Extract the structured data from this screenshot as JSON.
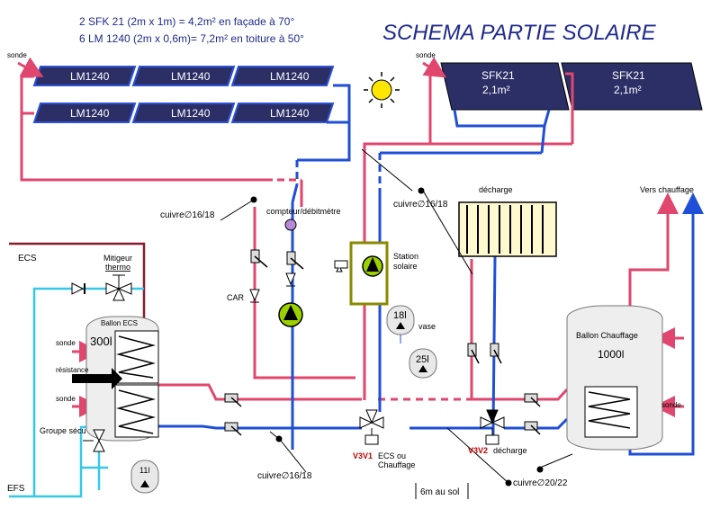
{
  "title": "SCHEMA PARTIE SOLAIRE",
  "header_lines": [
    "2 SFK 21 (2m x 1m) = 4,2m² en façade à 70°",
    "6 LM 1240 (2m x 0,6m)= 7,2m² en toiture à 50°"
  ],
  "collectors_lm": [
    "LM1240",
    "LM1240",
    "LM1240",
    "LM1240",
    "LM1240",
    "LM1240"
  ],
  "collectors_sfk": [
    {
      "name": "SFK21",
      "area": "2,1m²"
    },
    {
      "name": "SFK21",
      "area": "2,1m²"
    }
  ],
  "labels": {
    "sonde_left_top": "sonde",
    "sonde_right_top": "sonde",
    "cuivre_left": "cuivre∅16/18",
    "compteur": "compteur/débitmètre",
    "cuivre_mid": "cuivre∅16/18",
    "decharge_top": "décharge",
    "vers_chauffage": "Vers chauffage",
    "ecs": "ECS",
    "efs": "EFS",
    "mitigeur_1": "Mitigeur",
    "mitigeur_2": "thermo",
    "ballon_ecs": "Ballon ECS",
    "ballon_ecs_vol": "300l",
    "sonde_ecs_1": "sonde",
    "sonde_ecs_2": "sonde",
    "resistance": "résistance",
    "groupe_secu": "Groupe sécu",
    "vase_small": "11l",
    "car": "CAR",
    "station_1": "Station",
    "station_2": "solaire",
    "vase_18": "18l",
    "vase_word": "vase",
    "vase_25": "25l",
    "ballon_chauffage": "Ballon Chauffage",
    "ballon_chauffage_vol": "1000l",
    "sonde_chauffage": "sonde",
    "v3v1": "V3V1",
    "v3v1_desc_1": "ECS ou",
    "v3v1_desc_2": "Chauffage",
    "v3v2": "V3V2",
    "v3v2_desc": "décharge",
    "cuivre_bottom": "cuivre∅16/18",
    "cuivre_right": "cuivre∅20/22",
    "sol": "6m au sol"
  },
  "colors": {
    "red_pipe": "#e0466e",
    "blue_pipe": "#1f4fd6",
    "cyan_pipe": "#37c8e8",
    "dark_red_pipe": "#8b1a2b",
    "panel_fill": "#2b2f66",
    "panel_frame": "#2d52d8",
    "pump": "#9cd100",
    "station_frame": "#8a8a00",
    "title": "#1f2a8c"
  }
}
